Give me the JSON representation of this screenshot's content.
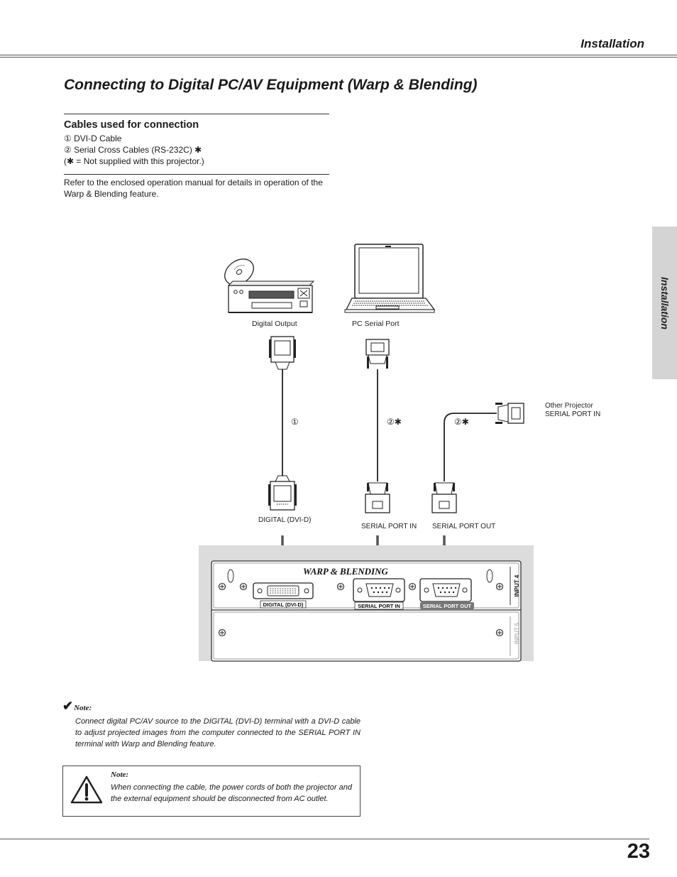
{
  "header": {
    "section": "Installation"
  },
  "page_title": "Connecting to Digital PC/AV  Equipment (Warp & Blending)",
  "cables": {
    "heading": "Cables used for connection",
    "items": [
      "① DVI-D Cable",
      "② Serial Cross Cables (RS-232C) ✱",
      "(✱ = Not supplied with this projector.)"
    ]
  },
  "refer_text": "Refer to the enclosed operation manual for details in operation of the Warp & Blending feature.",
  "side_tab": "Installation",
  "diagram": {
    "digital_output": "Digital Output",
    "pc_serial_port": "PC Serial Port",
    "other_projector_line1": "Other Projector",
    "other_projector_line2": "SERIAL PORT IN",
    "cable1_marker": "①",
    "cable2_marker": "②✱",
    "cable3_marker": "②✱",
    "digital_dvid": "DIGITAL (DVI-D)",
    "serial_port_in": "SERIAL PORT IN",
    "serial_port_out": "SERIAL PORT OUT",
    "panel_title": "WARP & BLENDING",
    "panel_digital": "DIGITAL (DVI-D)",
    "panel_serial_in": "SERIAL PORT IN",
    "panel_serial_out": "SERIAL PORT OUT",
    "input4": "INPUT 4",
    "input5": "INPUT 5"
  },
  "note": {
    "label": "Note:",
    "check": "✔",
    "text": "Connect digital PC/AV source to the DIGITAL (DVI-D) terminal with a DVI-D cable to adjust projected images from the computer connected to the SERIAL PORT IN terminal with Warp and Blending feature."
  },
  "caution": {
    "label": "Note:",
    "text": "When connecting the cable, the power cords of both the projector and the external equipment should be disconnected from AC outlet."
  },
  "page_number": "23"
}
